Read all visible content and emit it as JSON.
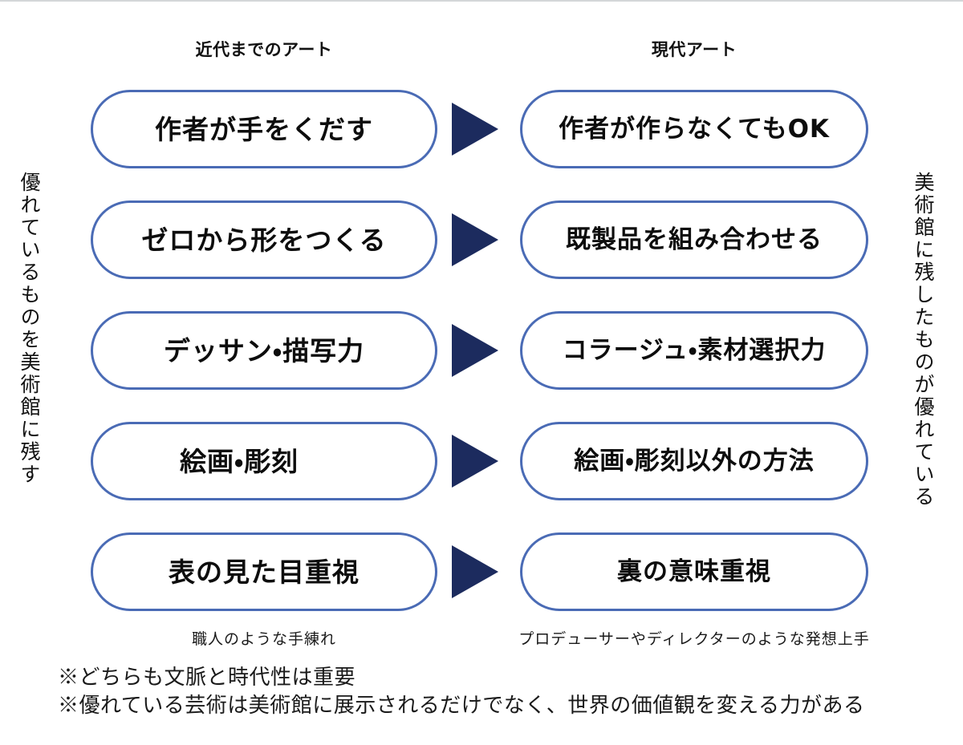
{
  "diagram": {
    "title_left": "近代までのアート",
    "title_right": "現代アート",
    "arrow_icon": "right-triangle-arrow-icon",
    "accent_border_color": "#4a6bb5",
    "arrow_color": "#1c2b5e",
    "background_color": "#ffffff",
    "rows": [
      {
        "left": "作者が手をくだす",
        "right": "作者が作らなくてもOK"
      },
      {
        "left": "ゼロから形をつくる",
        "right": "既製品を組み合わせる"
      },
      {
        "left": "デッサン・描写力",
        "right": "コラージュ・素材選択力"
      },
      {
        "left": "絵画・彫刻",
        "right": "絵画・彫刻以外の方法"
      },
      {
        "left": "表の見た目重視",
        "right": "裏の意味重視"
      }
    ],
    "side_note_left": "優れているものを美術館に残す",
    "side_note_right": "美術館に残したものが優れている",
    "caption_left": "職人のような手練れ",
    "caption_right": "プロデューサーやディレクターのような発想上手",
    "footnotes": [
      "※どちらも文脈と時代性は重要",
      "※優れている芸術は美術館に展示されるだけでなく、世界の価値観を変える力がある"
    ]
  }
}
